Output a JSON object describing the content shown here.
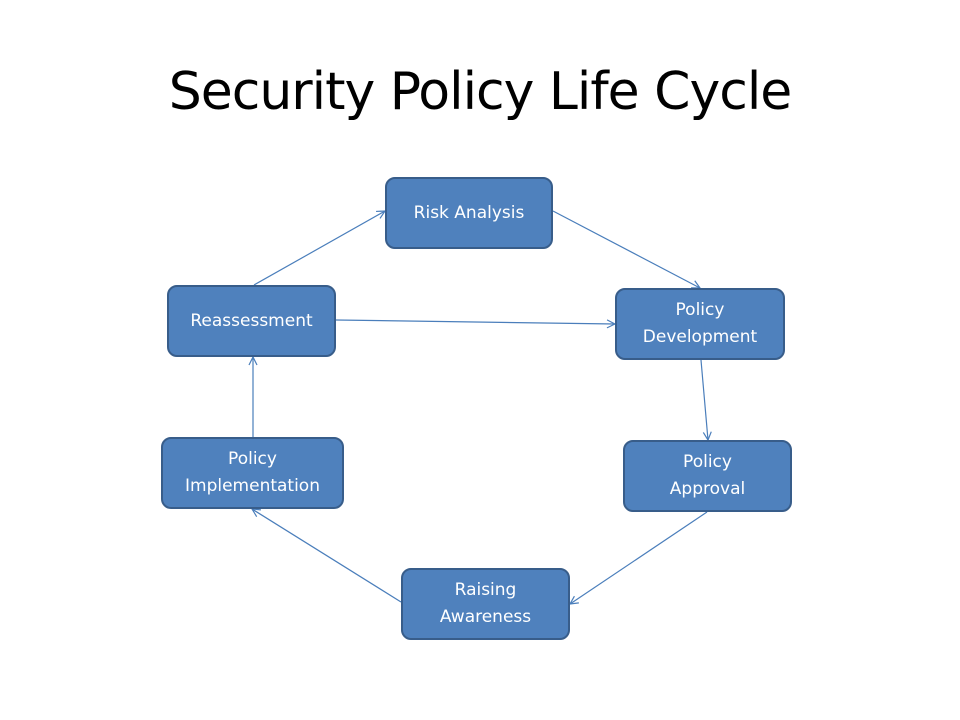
{
  "title": "Security Policy Life Cycle",
  "colors": {
    "node_fill": "#4f81bd",
    "node_border": "#385d8a",
    "node_text": "#ffffff",
    "connector": "#4a7ebb"
  },
  "nodes": [
    {
      "id": "risk-analysis",
      "label": "Risk Analysis"
    },
    {
      "id": "policy-development",
      "label": "Policy\nDevelopment"
    },
    {
      "id": "policy-approval",
      "label": "Policy\nApproval"
    },
    {
      "id": "raising-awareness",
      "label": "Raising\nAwareness"
    },
    {
      "id": "policy-implementation",
      "label": "Policy\nImplementation"
    },
    {
      "id": "reassessment",
      "label": "Reassessment"
    }
  ],
  "edges": [
    {
      "from": "risk-analysis",
      "to": "policy-development"
    },
    {
      "from": "policy-development",
      "to": "policy-approval"
    },
    {
      "from": "policy-approval",
      "to": "raising-awareness"
    },
    {
      "from": "raising-awareness",
      "to": "policy-implementation"
    },
    {
      "from": "policy-implementation",
      "to": "reassessment"
    },
    {
      "from": "reassessment",
      "to": "risk-analysis"
    },
    {
      "from": "reassessment",
      "to": "policy-development"
    }
  ]
}
